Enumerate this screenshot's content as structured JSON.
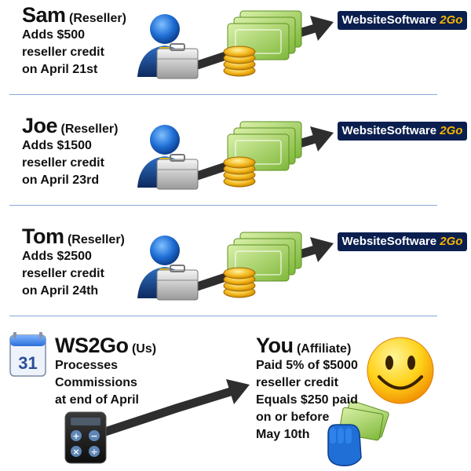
{
  "resellers": [
    {
      "name": "Sam",
      "role": "(Reseller)",
      "lines": [
        "Adds $500",
        "reseller credit",
        "on April 21st"
      ],
      "brand_main": "WebsiteSoftware ",
      "brand_accent": "2Go"
    },
    {
      "name": "Joe",
      "role": "(Reseller)",
      "lines": [
        "Adds $1500",
        "reseller credit",
        "on April 23rd"
      ],
      "brand_main": "WebsiteSoftware ",
      "brand_accent": "2Go"
    },
    {
      "name": "Tom",
      "role": "(Reseller)",
      "lines": [
        "Adds $2500",
        "reseller credit",
        "on April 24th"
      ],
      "brand_main": "WebsiteSoftware ",
      "brand_accent": "2Go"
    }
  ],
  "ws2go": {
    "calendar_day": "31",
    "name": "WS2Go",
    "role": "(Us)",
    "lines": [
      "Processes",
      "Commissions",
      "at end of April"
    ]
  },
  "affiliate": {
    "name": "You",
    "role": "(Affiliate)",
    "lines": [
      "Paid 5% of $5000",
      "reseller credit",
      "Equals $250 paid",
      "on or before",
      "May 10th"
    ]
  },
  "colors": {
    "divider": "#8aa6d8",
    "brand_bg": "#0b1f4f",
    "brand_accent": "#f5b400",
    "arrow": "#2e2e2e",
    "money_green": "#8cc63f",
    "coin_gold": "#f2b418",
    "person_blue": "#1f6fd6",
    "smiley_yellow": "#ffd21a"
  },
  "icons": {
    "person": "businessman-icon",
    "money": "money-stack-icon",
    "calendar": "calendar-icon",
    "calculator": "calculator-icon",
    "smiley": "smiley-icon",
    "hand": "hand-with-cash-icon"
  }
}
